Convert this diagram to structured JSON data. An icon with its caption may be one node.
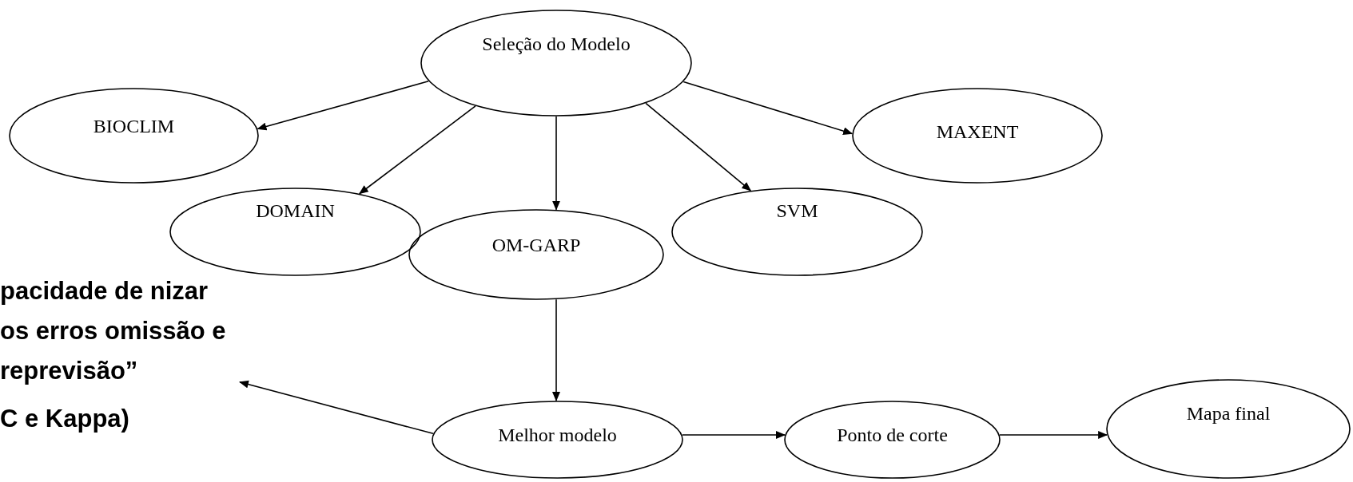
{
  "diagram": {
    "nodes": [
      {
        "text": [
          "Seleção do Modelo"
        ]
      },
      {
        "text": [
          "BIOCLIM"
        ]
      },
      {
        "text": [
          "MAXENT"
        ]
      },
      {
        "text": [
          "DOMAIN"
        ]
      },
      {
        "text": [
          "OM-GARP"
        ]
      },
      {
        "text": [
          "SVM"
        ]
      },
      {
        "text": [
          "Melhor modelo"
        ]
      },
      {
        "text": [
          "Ponto de corte"
        ]
      },
      {
        "text": [
          "Mapa final"
        ]
      },
      {
        "text": [
          "pacidade de nizar os erros omissão e reprevisão”",
          "C e Kappa)"
        ]
      }
    ],
    "edges": [
      {
        "from": 0,
        "to": 1,
        "arrow": "to"
      },
      {
        "from": 0,
        "to": 3,
        "arrow": "to"
      },
      {
        "from": 0,
        "to": 4,
        "arrow": "to"
      },
      {
        "from": 0,
        "to": 5,
        "arrow": "to"
      },
      {
        "from": 0,
        "to": 2,
        "arrow": "to"
      },
      {
        "from": 4,
        "to": 6,
        "arrow": "to"
      },
      {
        "from": 6,
        "to": 9,
        "arrow": "to"
      },
      {
        "from": 6,
        "to": 7,
        "arrow": "to"
      },
      {
        "from": 7,
        "to": 8,
        "arrow": "to"
      }
    ]
  }
}
